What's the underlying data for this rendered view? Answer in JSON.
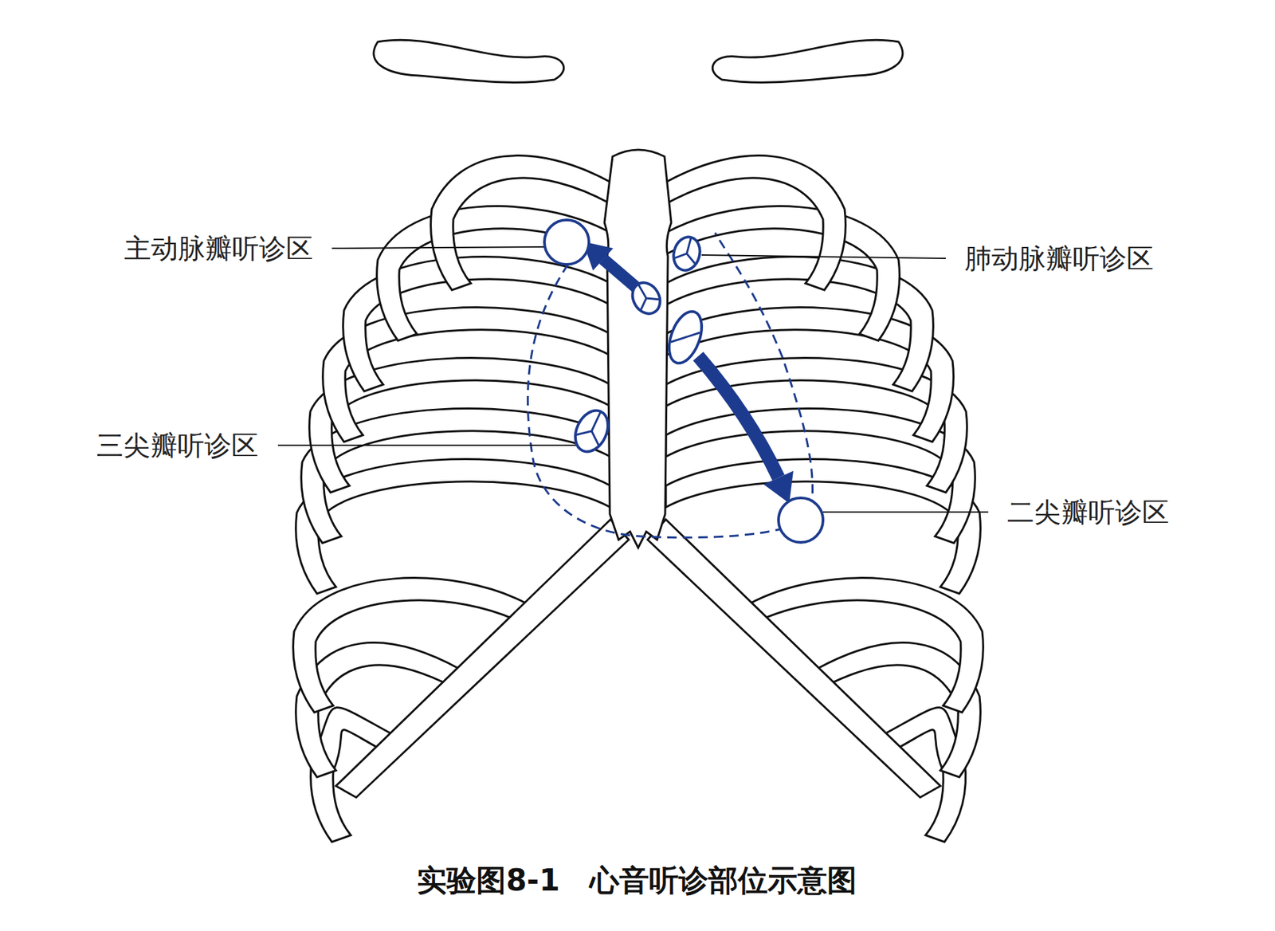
{
  "diagram": {
    "caption": "实验图8-1　心音听诊部位示意图",
    "labels": [
      "主动脉瓣听诊区",
      "肺动脉瓣听诊区",
      "三尖瓣听诊区",
      "二尖瓣听诊区"
    ]
  }
}
